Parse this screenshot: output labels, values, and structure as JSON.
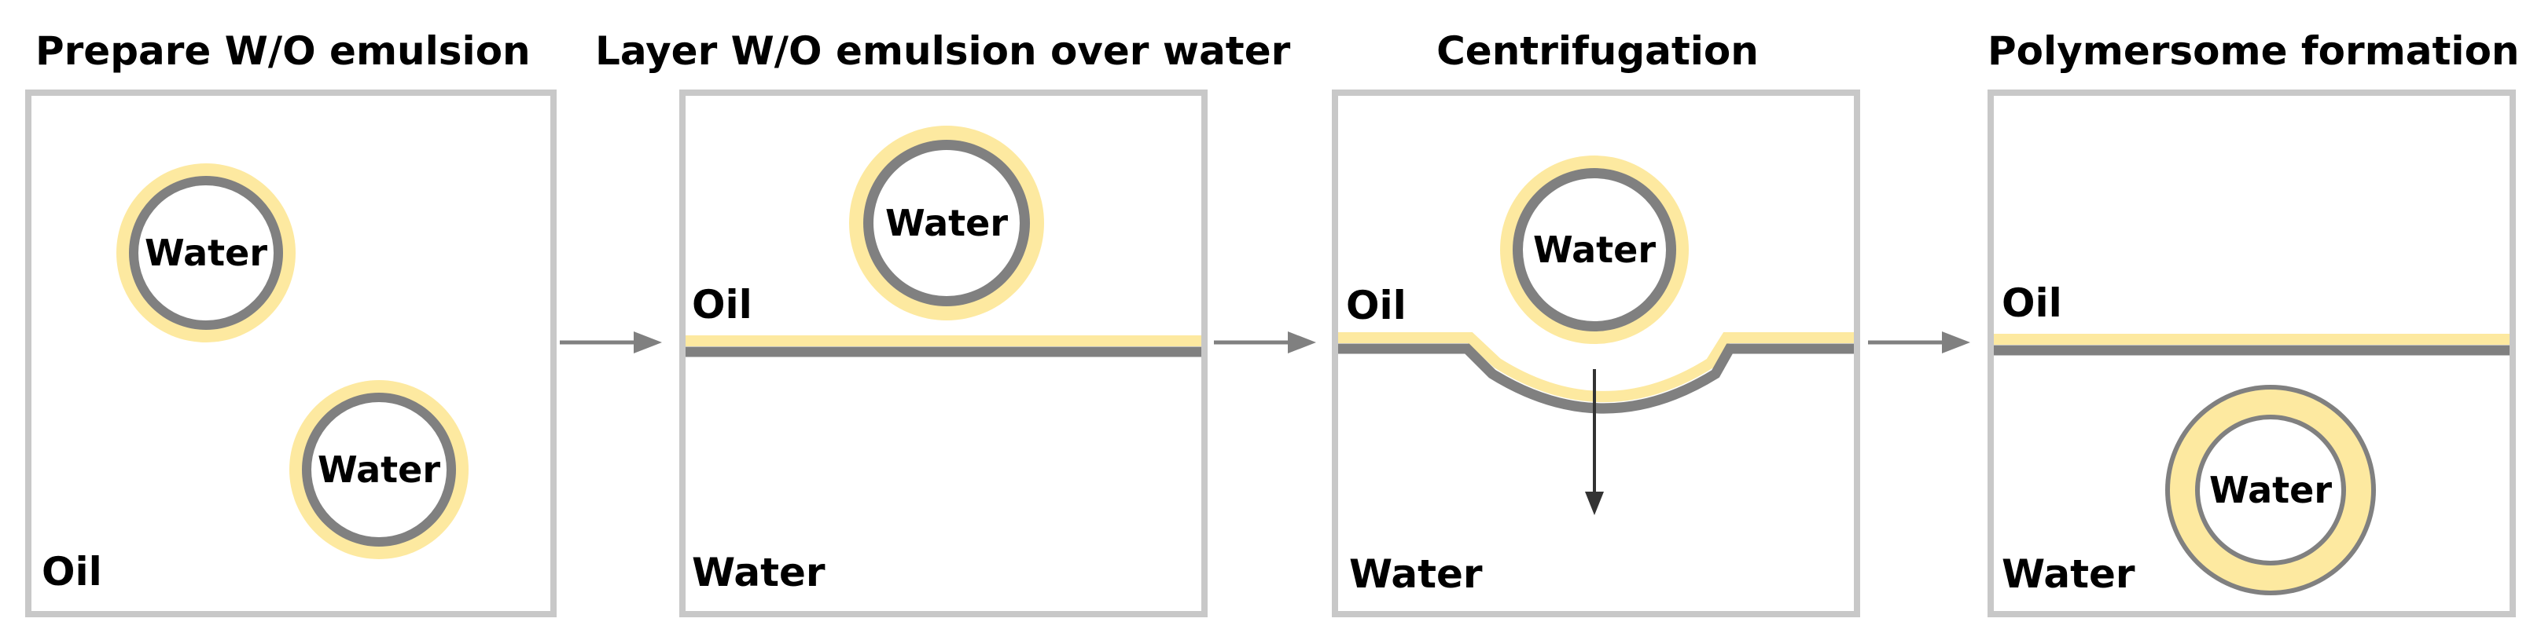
{
  "panels": [
    {
      "title": "Prepare W/O emulsion",
      "labels": [
        "Oil"
      ],
      "droplets": [
        "Water",
        "Water"
      ]
    },
    {
      "title": "Layer W/O emulsion over water",
      "labels": [
        "Oil",
        "Water"
      ],
      "droplets": [
        "Water"
      ]
    },
    {
      "title": "Centrifugation",
      "labels": [
        "Oil",
        "Water"
      ],
      "droplets": [
        "Water"
      ]
    },
    {
      "title": "Polymersome formation",
      "labels": [
        "Oil",
        "Water"
      ],
      "droplets": [
        "Water"
      ]
    }
  ],
  "colors": {
    "panel_border": "#c8c8c8",
    "lipid_yellow": "#fde9a0",
    "membrane_gray": "#808080",
    "arrow_gray": "#808080",
    "text": "#000000"
  }
}
